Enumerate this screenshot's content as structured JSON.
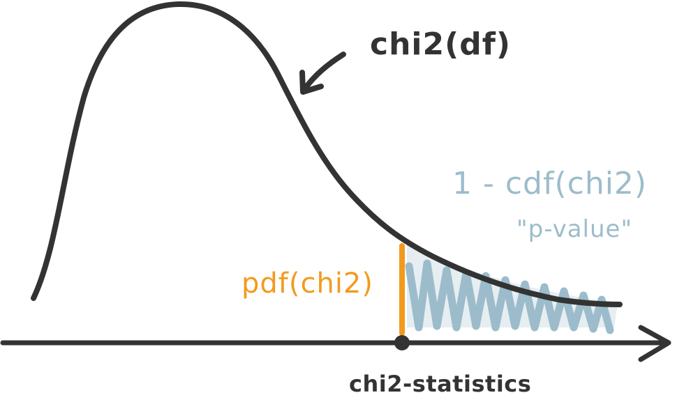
{
  "labels": {
    "curve": "chi2(df)",
    "p_value_formula": "1 - cdf(chi2)",
    "p_value_name": "\"p-value\"",
    "pdf": "pdf(chi2)",
    "x_axis": "chi2-statistics"
  },
  "colors": {
    "ink": "#333333",
    "orange": "#F39A1E",
    "blue": "#9CBCCB"
  }
}
